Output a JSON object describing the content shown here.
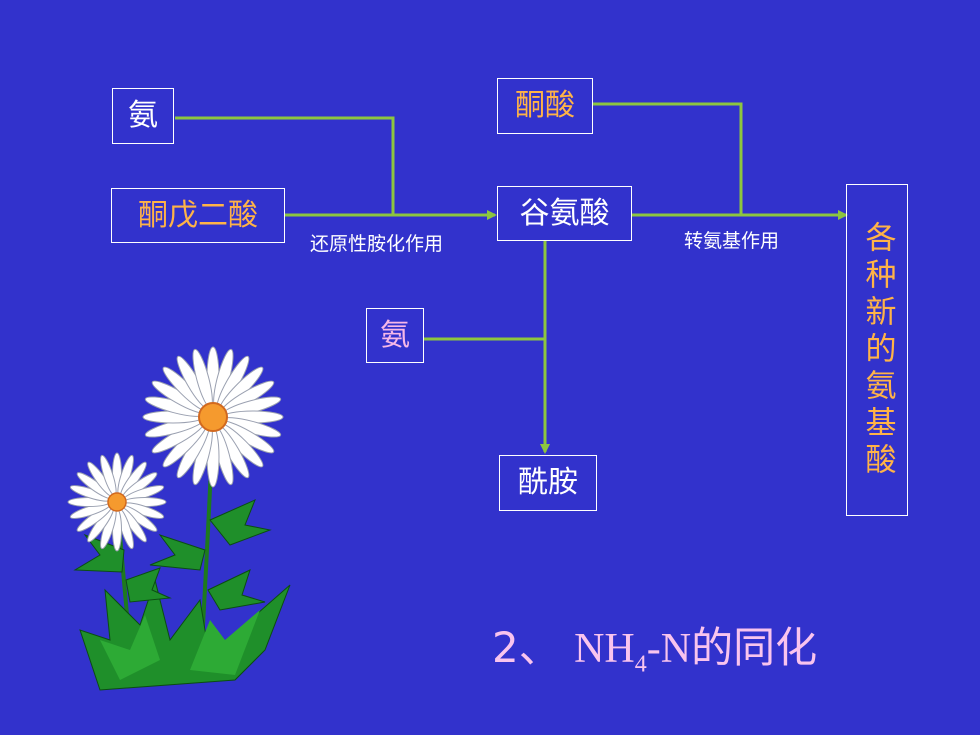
{
  "nodes": {
    "ammonia_top": "氨",
    "ketoglutarate": "酮戊二酸",
    "keto_acid": "酮酸",
    "glutamate": "谷氨酸",
    "ammonia_mid": "氨",
    "amide": "酰胺",
    "amino_acids": "各种新的氨基酸"
  },
  "edge_labels": {
    "reductive_amination": "还原性胺化作用",
    "transamination": "转氨基作用"
  },
  "caption": {
    "number": "2、",
    "nh": "NH",
    "sub": "4",
    "n": "-N",
    "rest": "的同化"
  },
  "colors": {
    "background": "#3232CC",
    "arrow": "#8DC63F",
    "node_orange": "#FFB347",
    "node_white": "#FFFFFF",
    "node_pink": "#F6B8E8"
  }
}
